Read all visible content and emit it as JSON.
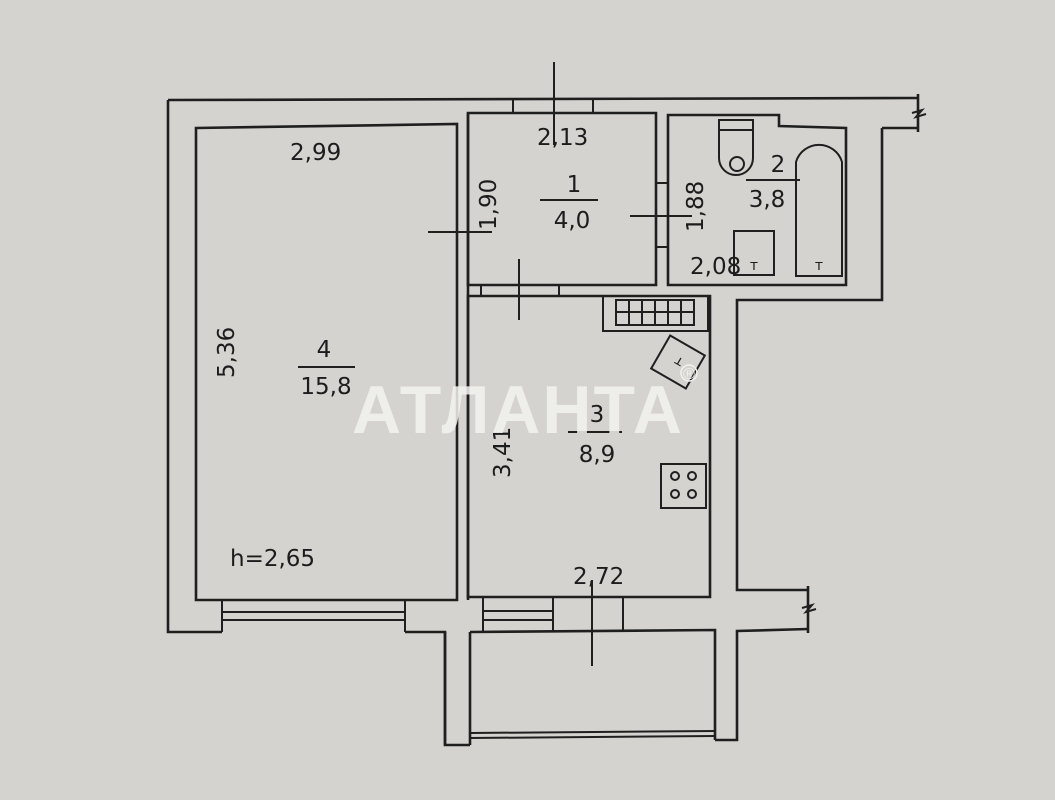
{
  "plan": {
    "ceiling_height": "h=2,65",
    "rooms": [
      {
        "number": "1",
        "area": "4,0",
        "width": "2,13",
        "height": "1,90",
        "side": "1,88"
      },
      {
        "number": "2",
        "area": "3,8",
        "width": "2,08",
        "height": "1,88"
      },
      {
        "number": "3",
        "area": "8,9",
        "width": "2,72",
        "height": "3,41"
      },
      {
        "number": "4",
        "area": "15,8",
        "width": "2,99",
        "height": "5,36"
      }
    ],
    "fixture_labels": {
      "washbasin": "т",
      "bathtub": "т",
      "boiler": "т"
    },
    "watermark": "АТЛАНТА",
    "watermark_mark": "®"
  },
  "colors": {
    "paper": "#d4d3cf",
    "ink": "#1f1f1f",
    "watermark": "#f2f2f0"
  }
}
